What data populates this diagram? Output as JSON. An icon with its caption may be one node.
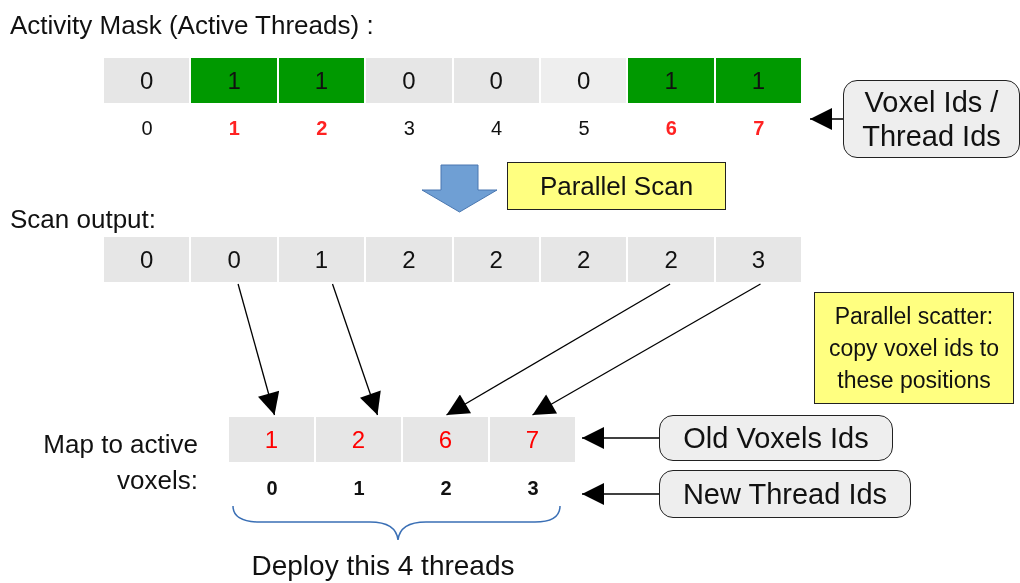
{
  "diagram": {
    "nodes": [
      {
        "text": [
          "Activity Mask (Active Threads) :"
        ]
      },
      {
        "text": [
          "0"
        ],
        "in": 0
      },
      {
        "text": [
          "1"
        ],
        "in": 0
      },
      {
        "text": [
          "1"
        ],
        "in": 0
      },
      {
        "text": [
          "0"
        ],
        "in": 0
      },
      {
        "text": [
          "0"
        ],
        "in": 0
      },
      {
        "text": [
          "0"
        ],
        "in": 0
      },
      {
        "text": [
          "1"
        ],
        "in": 0
      },
      {
        "text": [
          "1"
        ],
        "in": 0
      },
      {
        "text": [
          "Voxel Ids / Thread Ids"
        ]
      },
      {
        "text": [
          "Parallel Scan"
        ]
      },
      {
        "text": [
          "Scan output:"
        ]
      },
      {
        "text": [
          "0"
        ],
        "in": 11
      },
      {
        "text": [
          "0"
        ],
        "in": 11
      },
      {
        "text": [
          "1"
        ],
        "in": 11
      },
      {
        "text": [
          "2"
        ],
        "in": 11
      },
      {
        "text": [
          "2"
        ],
        "in": 11
      },
      {
        "text": [
          "2"
        ],
        "in": 11
      },
      {
        "text": [
          "2"
        ],
        "in": 11
      },
      {
        "text": [
          "3"
        ],
        "in": 11
      },
      {
        "text": [
          "Parallel scatter: copy voxel ids to these positions"
        ]
      },
      {
        "text": [
          "Map to active voxels:"
        ]
      },
      {
        "text": [
          "1"
        ],
        "in": 21
      },
      {
        "text": [
          "2"
        ],
        "in": 21
      },
      {
        "text": [
          "6"
        ],
        "in": 21
      },
      {
        "text": [
          "7"
        ],
        "in": 21
      },
      {
        "text": [
          "Old Voxels Ids"
        ]
      },
      {
        "text": [
          "New Thread Ids"
        ]
      }
    ],
    "edges": [
      {
        "from": 9,
        "to": 0,
        "arrow": "to"
      },
      {
        "from": 0,
        "to": 11,
        "arrow": "to",
        "style": "thick",
        "color": "#6f9fd4"
      },
      {
        "from": 13,
        "to": 22,
        "arrow": "to"
      },
      {
        "from": 14,
        "to": 23,
        "arrow": "to"
      },
      {
        "from": 18,
        "to": 24,
        "arrow": "to"
      },
      {
        "from": 19,
        "to": 25,
        "arrow": "to"
      },
      {
        "from": 26,
        "to": 21,
        "arrow": "to"
      },
      {
        "from": 27,
        "to": 21,
        "arrow": "to"
      }
    ],
    "labels": [
      "0",
      "1",
      "2",
      "3",
      "4",
      "5",
      "6",
      "7",
      "0",
      "1",
      "2",
      "3",
      "Deploy this 4 threads"
    ]
  }
}
